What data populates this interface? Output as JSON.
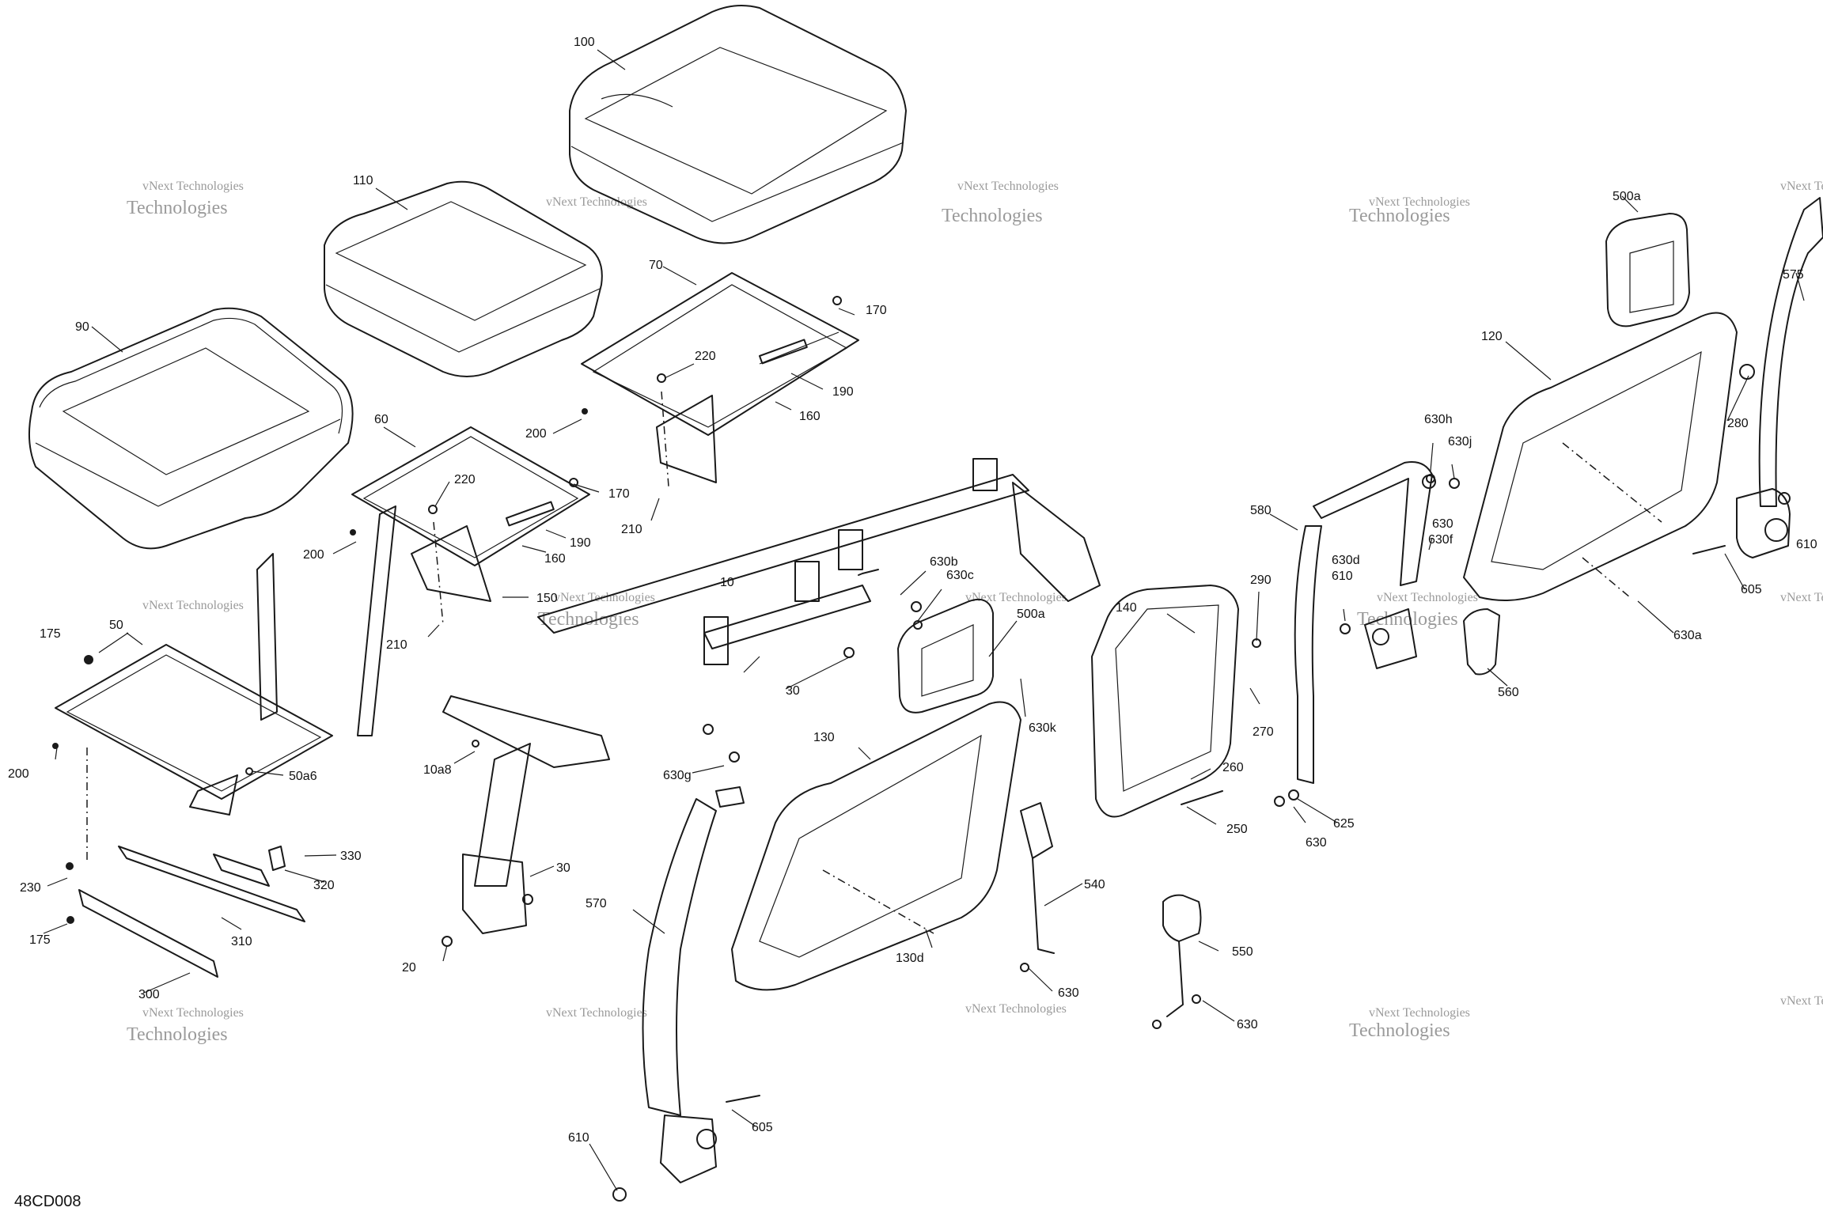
{
  "drawing_code": "48CD008",
  "watermark": {
    "line1": "vNext Technologies",
    "line2": "vNext",
    "line3": "Technologies"
  },
  "callouts": {
    "c100": "100",
    "c110": "110",
    "c90": "90",
    "c70": "70",
    "c170a": "170",
    "c220a": "220",
    "c190a": "190",
    "c160a": "160",
    "c200a": "200",
    "c210a": "210",
    "c60": "60",
    "c220b": "220",
    "c170b": "170",
    "c190b": "190",
    "c160b": "160",
    "c200b": "200",
    "c150": "150",
    "c210b": "210",
    "c10": "10",
    "c30a": "30",
    "c10a8": "10a8",
    "c30b": "30",
    "c20": "20",
    "c175a": "175",
    "c50": "50",
    "c200c": "200",
    "c50a6": "50a6",
    "c330": "330",
    "c320": "320",
    "c230": "230",
    "c175b": "175",
    "c310": "310",
    "c300": "300",
    "c630b": "630b",
    "c630c": "630c",
    "c500a1": "500a",
    "c630k": "630k",
    "c630g": "630g",
    "c130": "130",
    "c130d": "130d",
    "c570": "570",
    "c605a": "605",
    "c610a": "610",
    "c540": "540",
    "c630a1": "630",
    "c550": "550",
    "c630a2": "630",
    "c140": "140",
    "c290": "290",
    "c270": "270",
    "c260": "260",
    "c250": "250",
    "c580": "580",
    "c630h": "630h",
    "c630j": "630j",
    "c630s": "630",
    "c630f": "630f",
    "c630d": "630d",
    "c610b": "610",
    "c625": "625",
    "c630a3": "630",
    "c500a2": "500a",
    "c120": "120",
    "c575": "575",
    "c280": "280",
    "c610c": "610",
    "c605b": "605",
    "c630a": "630a",
    "c560": "560"
  }
}
